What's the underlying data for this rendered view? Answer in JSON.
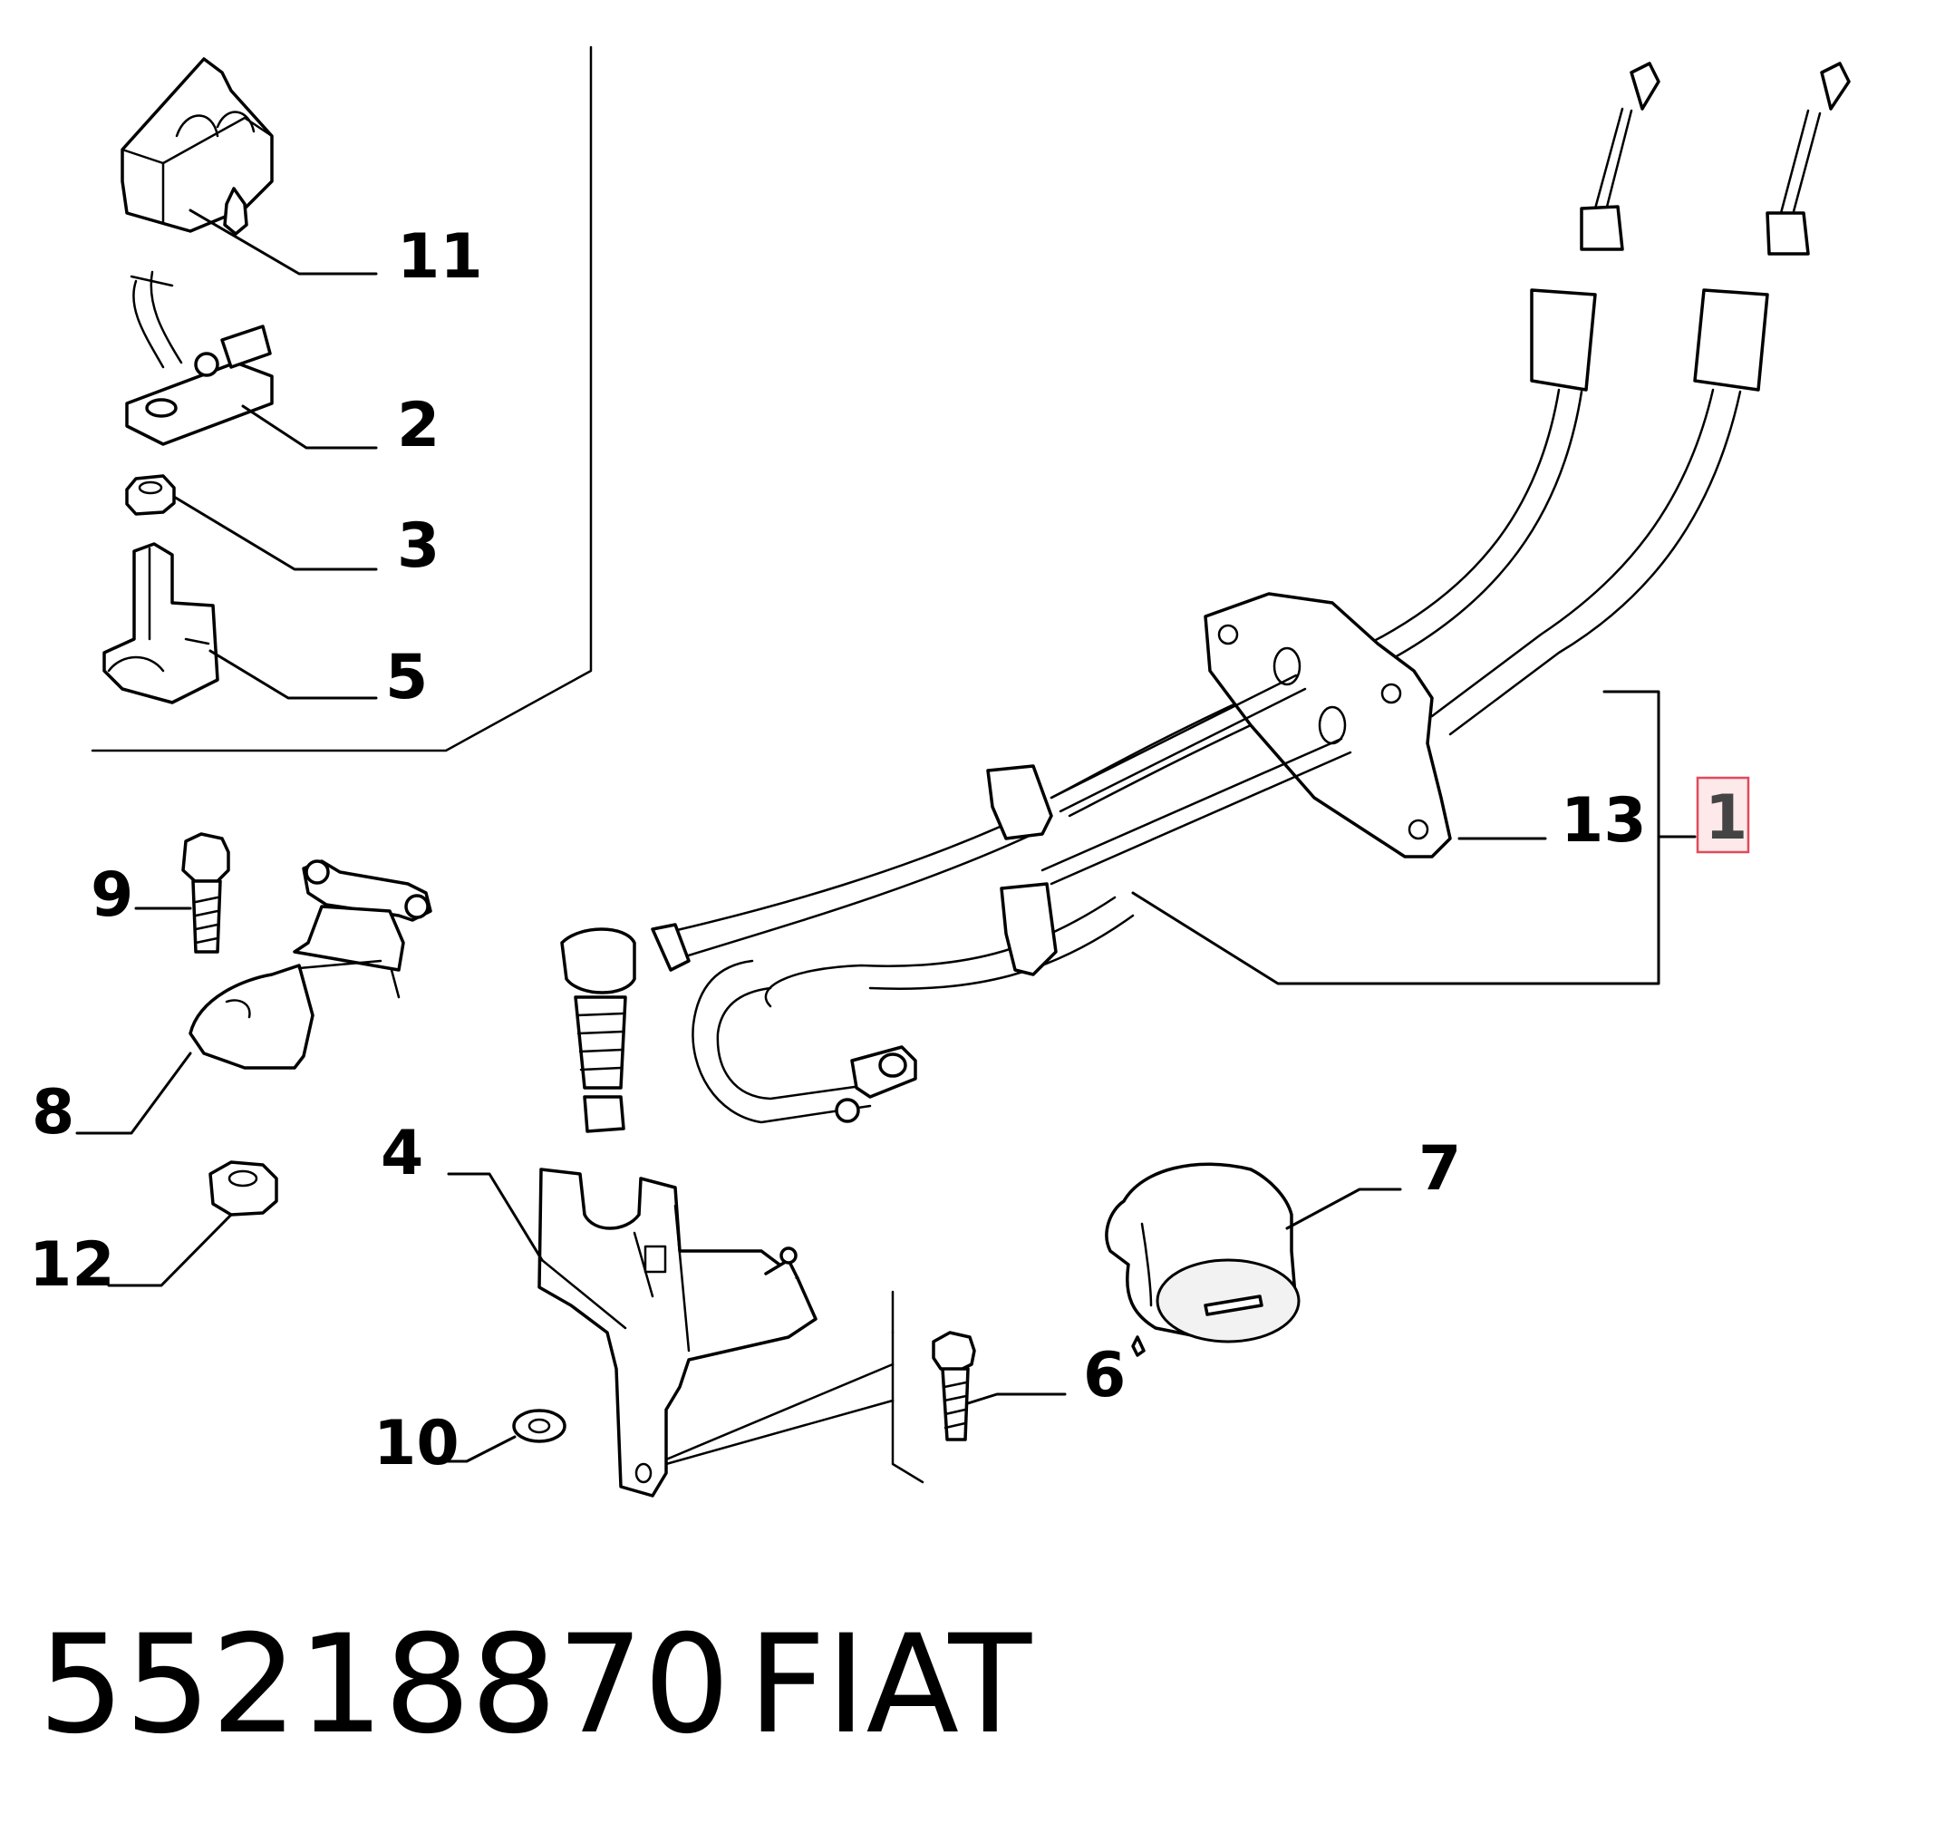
{
  "callouts": {
    "n1": "1",
    "n2": "2",
    "n3": "3",
    "n4": "4",
    "n5": "5",
    "n6": "6",
    "n7": "7",
    "n8": "8",
    "n9": "9",
    "n10": "10",
    "n11": "11",
    "n12": "12",
    "n13": "13"
  },
  "caption": {
    "part_number": "55218870",
    "brand": "FIAT"
  },
  "colors": {
    "highlight_fill": "#fde8ea",
    "highlight_stroke": "#e04a5a"
  }
}
